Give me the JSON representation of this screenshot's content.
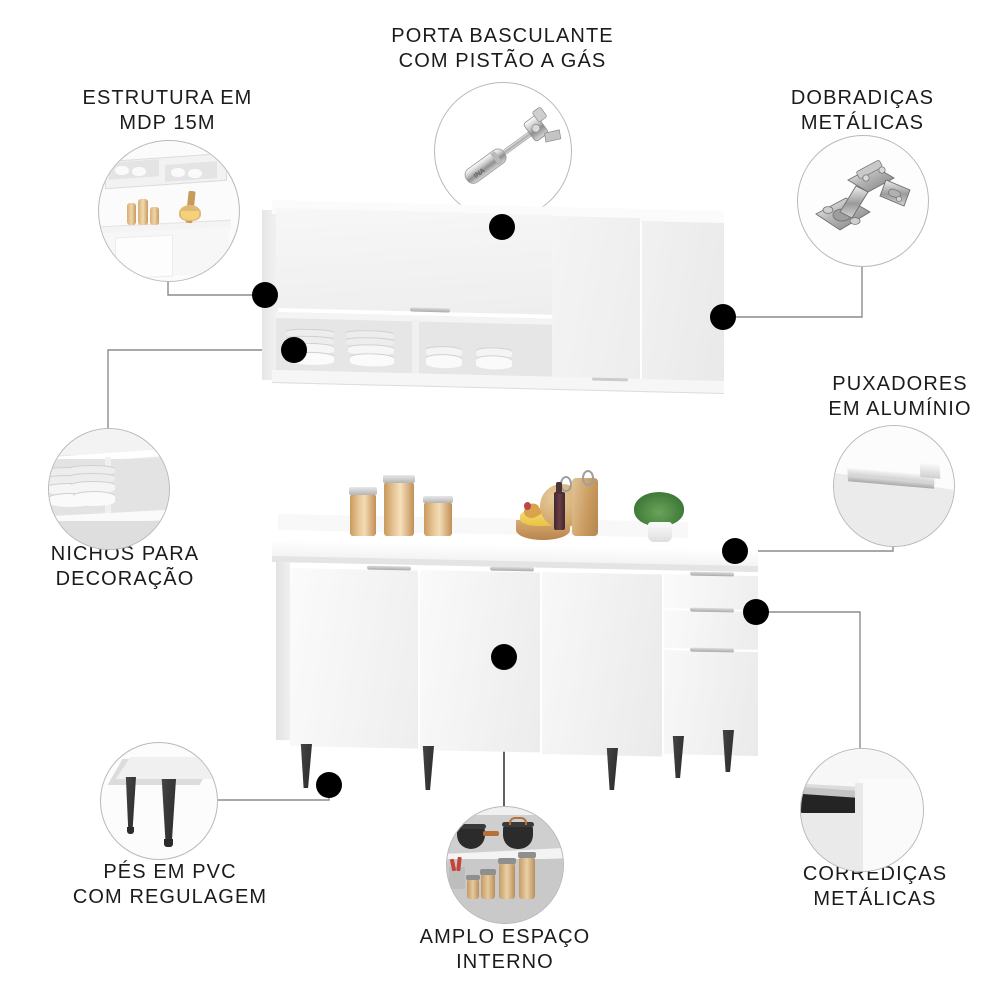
{
  "page": {
    "type": "product-feature-infographic",
    "product": "Cozinha compacta (armário aéreo + balcão)",
    "background_color": "#ffffff",
    "text_color": "#1b1b1b",
    "line_color": "#8c8c8c",
    "dot_color": "#000000",
    "bubble_border_color": "#b9b9b9"
  },
  "callouts": [
    {
      "id": "estrutura",
      "label": "ESTRUTURA EM\nMDP 15M",
      "label_line_1": "ESTRUTURA EM",
      "label_line_2": "MDP 15M",
      "icon_name": "cabinet-structure-photo",
      "label_position": "above-bubble",
      "target": "upper cabinet left side panel"
    },
    {
      "id": "porta-basculante",
      "label": "PORTA BASCULANTE\nCOM PISTÃO A GÁS",
      "label_line_1": "PORTA BASCULANTE",
      "label_line_2": "COM PISTÃO A GÁS",
      "icon_name": "gas-piston-photo",
      "label_position": "above-bubble",
      "target": "upper cabinet lift-up door"
    },
    {
      "id": "dobradicas",
      "label": "DOBRADIÇAS\nMETÁLICAS",
      "label_line_1": "DOBRADIÇAS",
      "label_line_2": "METÁLICAS",
      "icon_name": "metal-hinge-photo",
      "label_position": "above-bubble",
      "target": "upper cabinet right door"
    },
    {
      "id": "nichos",
      "label": "NICHOS PARA\nDECORAÇÃO",
      "label_line_1": "NICHOS PARA",
      "label_line_2": "DECORAÇÃO",
      "icon_name": "open-niche-plates-photo",
      "label_position": "below-bubble",
      "target": "upper cabinet open niche"
    },
    {
      "id": "puxadores",
      "label": "PUXADORES\nEM ALUMÍNIO",
      "label_line_1": "PUXADORES",
      "label_line_2": "EM ALUMÍNIO",
      "icon_name": "aluminium-handle-photo",
      "label_position": "above-bubble",
      "target": "counter drawer handle"
    },
    {
      "id": "corredicas",
      "label": "CORREDIÇAS\nMETÁLICAS",
      "label_line_1": "CORREDIÇAS",
      "label_line_2": "METÁLICAS",
      "icon_name": "metal-drawer-slide-photo",
      "label_position": "below-bubble",
      "target": "counter drawers"
    },
    {
      "id": "pes-pvc",
      "label": "PÉS EM PVC\nCOM REGULAGEM",
      "label_line_1": "PÉS EM PVC",
      "label_line_2": "COM REGULAGEM",
      "icon_name": "pvc-adjustable-feet-photo",
      "label_position": "below-bubble",
      "target": "counter legs"
    },
    {
      "id": "amplo-espaco",
      "label": "AMPLO ESPAÇO\nINTERNO",
      "label_line_1": "AMPLO ESPAÇO",
      "label_line_2": "INTERNO",
      "icon_name": "interior-storage-pots-photo",
      "label_position": "below-bubble",
      "target": "counter center door interior"
    }
  ],
  "furniture": {
    "upper_cabinet": {
      "name": "armário aéreo",
      "door_count": 3,
      "niche_count": 2,
      "handle_count": 1,
      "niche_contents": [
        "pratos",
        "pratos",
        "bowls",
        "bowls"
      ]
    },
    "lower_cabinet": {
      "name": "balcão",
      "door_count": 3,
      "drawer_count": 3,
      "leg_count": 6,
      "countertop_items": [
        "pote de vidro",
        "pote de vidro",
        "pote de vidro",
        "fruteira com bananas",
        "tábua de corte",
        "tábua de corte",
        "garrafa de vinho",
        "vaso com planta"
      ]
    }
  }
}
